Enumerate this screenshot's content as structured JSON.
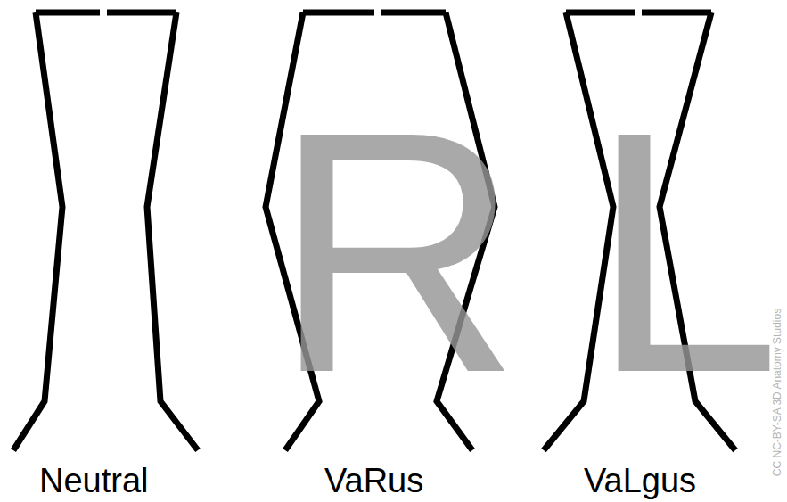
{
  "diagram": {
    "labels": [
      "R",
      "L",
      "Neutral",
      "VaRus",
      "VaLgus",
      "CC NC-BY-SA 3D Anatomy Studios"
    ]
  }
}
